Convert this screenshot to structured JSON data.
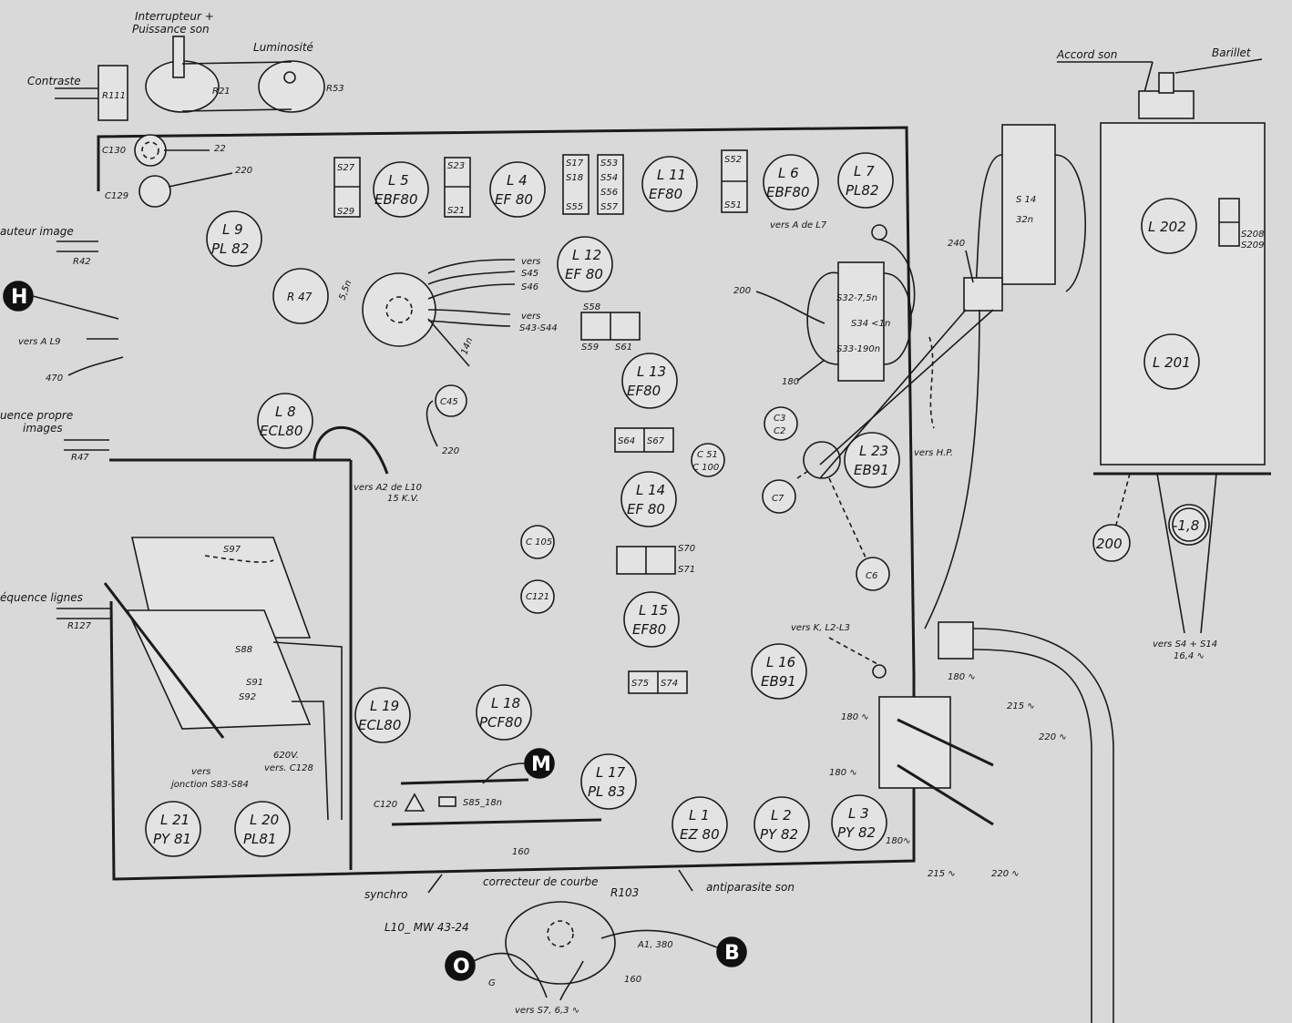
{
  "controls": {
    "interrupteur": "Interrupteur +",
    "puissance": "Puissance son",
    "luminosite": "Luminosité",
    "contraste": "Contraste",
    "r111": "R111",
    "r21": "R21",
    "r53": "R53",
    "accord_son": "Accord son",
    "barillet": "Barillet"
  },
  "side_labels": {
    "hauteur": "auteur image",
    "r42": "R42",
    "freq_images_1": "uence propre",
    "freq_images_2": "images",
    "r47_side": "R47",
    "freq_lignes": "équence lignes",
    "r127": "R127",
    "vers_l9": "vers A L9",
    "n470": "470"
  },
  "circles": {
    "H": "H",
    "M": "M",
    "O": "O",
    "B": "B"
  },
  "tubes": [
    {
      "id": "L5",
      "name": "L 5",
      "type": "EBF80"
    },
    {
      "id": "L4",
      "name": "L 4",
      "type": "EF 80"
    },
    {
      "id": "L11",
      "name": "L 11",
      "type": "EF80"
    },
    {
      "id": "L6",
      "name": "L 6",
      "type": "EBF80"
    },
    {
      "id": "L7",
      "name": "L 7",
      "type": "PL82"
    },
    {
      "id": "L9",
      "name": "L 9",
      "type": "PL 82"
    },
    {
      "id": "L12",
      "name": "L 12",
      "type": "EF 80"
    },
    {
      "id": "L8",
      "name": "L 8",
      "type": "ECL80"
    },
    {
      "id": "L13",
      "name": "L 13",
      "type": "EF80"
    },
    {
      "id": "L14",
      "name": "L 14",
      "type": "EF 80"
    },
    {
      "id": "L15",
      "name": "L 15",
      "type": "EF80"
    },
    {
      "id": "L23",
      "name": "L 23",
      "type": "EB91"
    },
    {
      "id": "L16",
      "name": "L 16",
      "type": "EB91"
    },
    {
      "id": "L19",
      "name": "L 19",
      "type": "ECL80"
    },
    {
      "id": "L18",
      "name": "L 18",
      "type": "PCF80"
    },
    {
      "id": "L17",
      "name": "L 17",
      "type": "PL 83"
    },
    {
      "id": "L1",
      "name": "L 1",
      "type": "EZ 80"
    },
    {
      "id": "L2",
      "name": "L 2",
      "type": "PY 82"
    },
    {
      "id": "L3",
      "name": "L 3",
      "type": "PY 82"
    },
    {
      "id": "L21",
      "name": "L 21",
      "type": "PY 81"
    },
    {
      "id": "L20",
      "name": "L 20",
      "type": "PL81"
    },
    {
      "id": "L202",
      "name": "L 202",
      "type": ""
    },
    {
      "id": "L201",
      "name": "L 201",
      "type": ""
    }
  ],
  "small_parts": {
    "r47": "R 47",
    "c45": "C45",
    "c3": "C3",
    "c2": "C2",
    "c51": "C 51",
    "c100": "C 100",
    "c7": "C7",
    "c6": "C6",
    "c105": "C 105",
    "c121": "C121",
    "c130": "C130",
    "c129": "C129",
    "c120": "C120",
    "n22": "22",
    "n220a": "220",
    "n220b": "220"
  },
  "switches": {
    "s27": "S27",
    "s29": "S29",
    "s23": "S23",
    "s21": "S21",
    "s17": "S17",
    "s18": "S18",
    "s55": "S55",
    "s53": "S53",
    "s54": "S54",
    "s56": "S56",
    "s57": "S57",
    "s52": "S52",
    "s51": "S51",
    "s58": "S58",
    "s59": "S59",
    "s61": "S61",
    "s64": "S64",
    "s67": "S67",
    "s70": "S70",
    "s71": "S71",
    "s75": "S75",
    "s74": "S74",
    "s208": "S208",
    "s209": "S209",
    "s97": "S97",
    "s88": "S88",
    "s91": "S91",
    "s92": "S92"
  },
  "annotations": {
    "vers_s45": "vers",
    "s45": "S45",
    "s46": "S46",
    "vers_s43": "vers",
    "s43_s44": "S43-S44",
    "dim55": "5,5n",
    "dim14": "14n",
    "vers_a2": "vers A2 de L10",
    "kv15": "15 K.V.",
    "vers_a_l7": "vers A de L7",
    "s32": "S32-7,5n",
    "s34": "S34 <1n",
    "s33": "S33-190n",
    "n200": "200",
    "n180": "180",
    "vers_hp": "vers H.P.",
    "s14": "S 14",
    "s14_val": "32n",
    "n240": "240",
    "n200_circ": "200",
    "neg18": "-1,8",
    "vers_s4": "vers S4 + S14",
    "v164": "16,4 ∿",
    "vers_k": "vers K, L2-L3",
    "n180a": "180 ∿",
    "n180b": "180 ∿",
    "n180c": "180 ∿",
    "n180d": "180∿",
    "n215a": "215 ∿",
    "n215b": "215 ∿",
    "n220c": "220 ∿",
    "n220d": "220 ∿",
    "v620": "620V.",
    "vers_c128": "vers. C128",
    "vers_jonction": "vers",
    "jonction": "jonction S83-S84",
    "s85": "S85_18n",
    "n160": "160",
    "synchro": "synchro",
    "correcteur": "correcteur de courbe",
    "r103": "R103",
    "antiparasite": "antiparasite son",
    "l10": "L10_ MW 43-24",
    "a1": "A1, 380",
    "g": "G",
    "n160b": "160",
    "vers_s7": "vers S7, 6,3 ∿"
  }
}
